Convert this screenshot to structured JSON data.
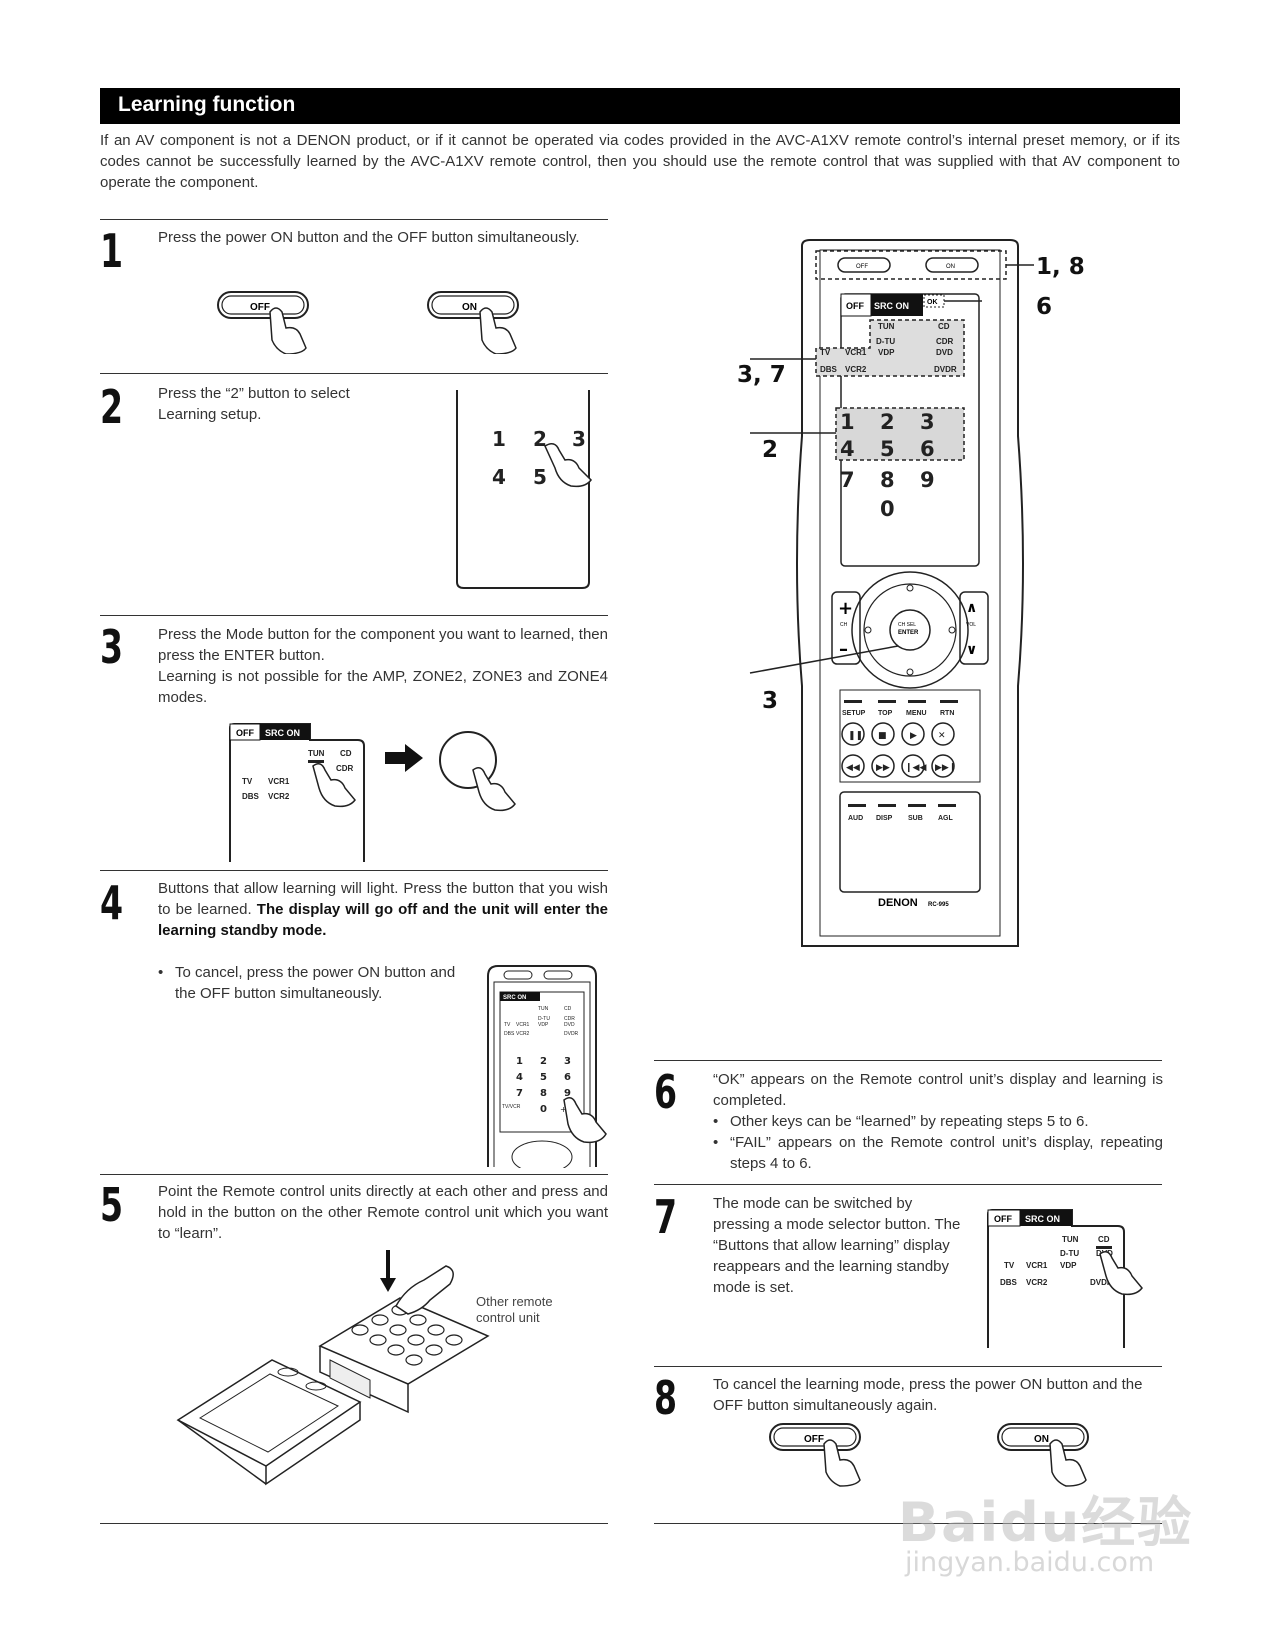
{
  "section_title": "Learning function",
  "intro": "If an AV component is not a DENON product, or if it cannot be operated via codes provided in the AVC-A1XV remote control’s internal preset memory, or if its codes cannot be successfully learned by the AVC-A1XV remote control, then you should use the remote control that was supplied with that AV component to operate the component.",
  "steps": [
    {
      "number": "1",
      "text": "Press the power ON button and the OFF button simultaneously."
    },
    {
      "number": "2",
      "text": "Press the “2” button to select Learning setup."
    },
    {
      "number": "3",
      "text": "Press the Mode button for the component you want to learned, then press the ENTER button.",
      "text2": "Learning is not possible for the AMP, ZONE2, ZONE3 and ZONE4 modes."
    },
    {
      "number": "4",
      "text": "Buttons that allow learning will light. Press the button that you wish to be learned.",
      "bold": "The display will go off and the unit will enter the learning standby mode.",
      "bullet": "To cancel, press the power ON button and the OFF button simultaneously."
    },
    {
      "number": "5",
      "text": "Point the Remote control units directly at each other and press and hold in the button on the other Remote control unit which you want to “learn”."
    },
    {
      "number": "6",
      "text": "“OK” appears on the Remote control unit’s display and learning is completed.",
      "bullet1": "Other keys can be “learned” by repeating steps 5 to 6.",
      "bullet2": "“FAIL” appears on the Remote control unit’s display, repeating steps 4 to 6."
    },
    {
      "number": "7",
      "text": "The mode can be switched by pressing a mode selector button. The “Buttons that allow learning” display reappears and the learning standby mode is set."
    },
    {
      "number": "8",
      "text": "To cancel the learning mode, press the power ON button and the OFF button simultaneously again."
    }
  ],
  "labels": {
    "off": "OFF",
    "on": "ON",
    "src_on": "SRC ON",
    "ok": "OK",
    "tun": "TUN",
    "cd": "CD",
    "dtu": "D-TU",
    "cdr": "CDR",
    "tv": "TV",
    "vcr1": "VCR1",
    "vdp": "VDP",
    "dvd": "DVD",
    "dbs": "DBS",
    "vcr2": "VCR2",
    "dvdr": "DVDR",
    "ch": "CH",
    "vol": "VOL",
    "ch_sel": "CH SEL",
    "enter": "ENTER",
    "setup": "SETUP",
    "top": "TOP",
    "menu": "MENU",
    "rtn": "RTN",
    "aud": "AUD",
    "disp": "DISP",
    "sub": "SUB",
    "agl": "AGL",
    "brand": "DENON",
    "model": "RC-995",
    "tvvcr": "TV/VCR",
    "plus10": "+10",
    "other_remote": "Other remote control unit"
  },
  "callouts": {
    "c18": "1, 8",
    "c6": "6",
    "c37": "3, 7",
    "c2": "2",
    "c3": "3"
  },
  "watermark": {
    "line1": "Baidu经验",
    "line2": "jingyan.baidu.com"
  }
}
